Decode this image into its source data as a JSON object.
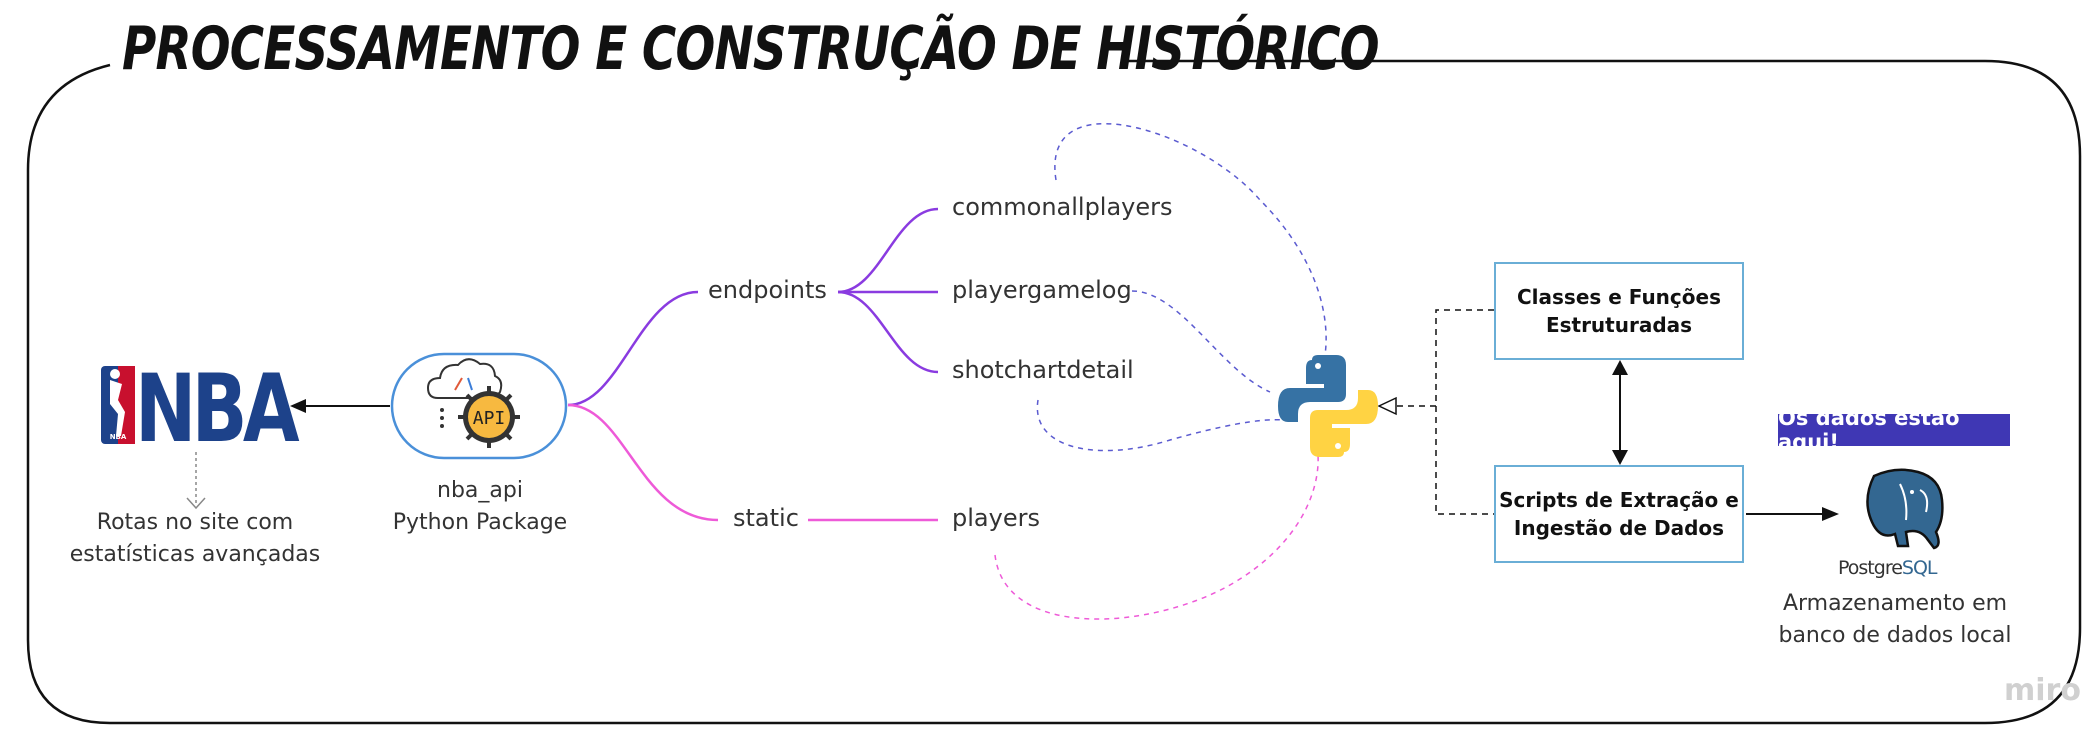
{
  "title": "PROCESSAMENTO E CONSTRUÇÃO DE HISTÓRICO",
  "nba": {
    "logo_text": "NBA",
    "logo_small": "NBA",
    "caption": [
      "Rotas no site com",
      "estatísticas avançadas"
    ]
  },
  "api_node": {
    "icon_text": "API",
    "caption": [
      "nba_api",
      "Python Package"
    ]
  },
  "branches": {
    "endpoints": "endpoints",
    "static": "static"
  },
  "leaves": {
    "commonallplayers": "commonallplayers",
    "playergamelog": "playergamelog",
    "shotchartdetail": "shotchartdetail",
    "players": "players"
  },
  "boxes": {
    "classes": [
      "Classes e Funções",
      "Estruturadas"
    ],
    "scripts": [
      "Scripts de Extração e",
      "Ingestão de Dados"
    ]
  },
  "badge": "Os dados estão aqui!",
  "postgres": {
    "logo_text_a": "Postgre",
    "logo_text_b": "SQL",
    "caption": [
      "Armazenamento em",
      "banco de dados local"
    ]
  },
  "watermark": "miro",
  "colors": {
    "endpoints_branch": "#8a3be0",
    "static_branch": "#ee5ad8",
    "box_border": "#6aaed6",
    "badge_bg": "#3f37b4",
    "nba_blue": "#1d428a",
    "nba_red": "#c8102e",
    "python_blue": "#3672a4",
    "python_yellow": "#ffd343",
    "api_gear": "#f7b940",
    "postgres_blue": "#336791"
  }
}
